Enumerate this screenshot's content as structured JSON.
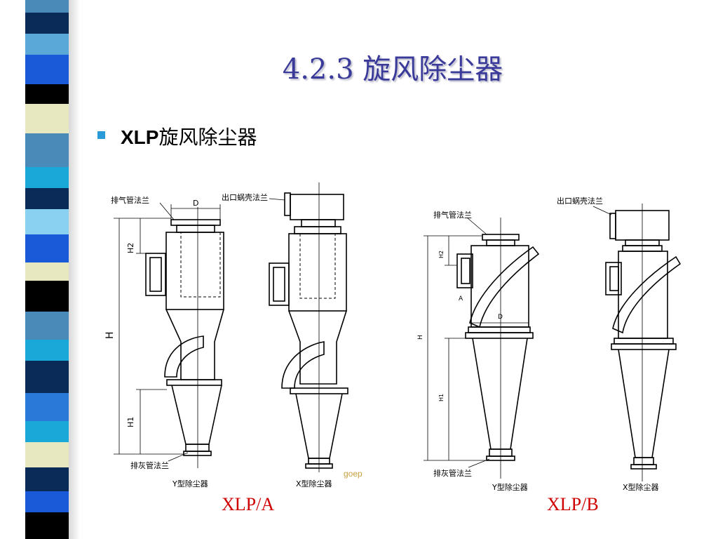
{
  "slide": {
    "title": "4.2.3  旋风除尘器",
    "bullet": {
      "bold": "XLP",
      "rest": "旋风除尘器"
    }
  },
  "figure_a": {
    "labels": {
      "exhaust_flange": "排气管法兰",
      "outlet_flange": "出口蜗壳法兰",
      "d": "D",
      "h": "H",
      "h2": "H2",
      "h1": "H1",
      "ash_flange": "排灰管法兰",
      "y_type": "Y型除尘器",
      "x_type": "X型除尘器"
    },
    "watermark": "goep",
    "caption": "XLP/A"
  },
  "figure_b": {
    "labels": {
      "exhaust_flange": "排气管法兰",
      "outlet_flange": "出口蜗壳法兰",
      "a": "A",
      "d": "D",
      "h": "H",
      "h2": "H2",
      "h1": "H1",
      "ash_flange": "排灰管法兰",
      "y_type": "Y型除尘器",
      "x_type": "X型除尘器"
    },
    "caption": "XLP/B"
  },
  "colors": {
    "title": "#3a3a9a",
    "bullet": "#2a9ad8",
    "caption": "#d00000"
  }
}
